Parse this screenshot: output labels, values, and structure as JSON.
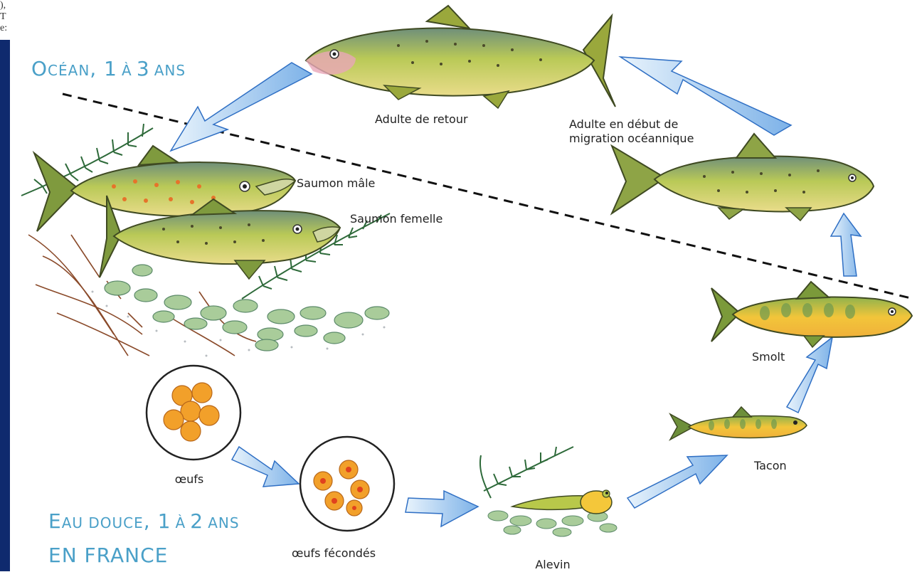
{
  "crop_text": [
    "),",
    "T",
    "e:"
  ],
  "zones": {
    "ocean": {
      "first": "O",
      "rest": "CÉAN",
      "sep": ", ",
      "n": "1",
      "a": "À",
      "n2": "3",
      "ans": "ANS"
    },
    "freshwater_line1": {
      "first": "E",
      "rest": "AU DOUCE",
      "sep": ", ",
      "n": "1",
      "a": "À",
      "n2": "2",
      "ans": "ANS"
    },
    "freshwater_line2": "EN FRANCE"
  },
  "stages": {
    "returning_adult": "Adulte de retour",
    "early_migration_adult_l1": "Adulte en début de",
    "early_migration_adult_l2": "migration océannique",
    "male": "Saumon mâle",
    "female": "Saumon femelle",
    "eggs": "œufs",
    "fertilized_eggs": "œufs fécondés",
    "alevin": "Alevin",
    "parr": "Tacon",
    "smolt": "Smolt"
  },
  "colors": {
    "zone_text": "#4aa0c8",
    "arrow_fill": "#bcdaf2",
    "arrow_edge": "#2f6fc4",
    "egg": "#f2a02a",
    "egg_core": "#e0421e",
    "sidebar": "#0f2a6e"
  }
}
